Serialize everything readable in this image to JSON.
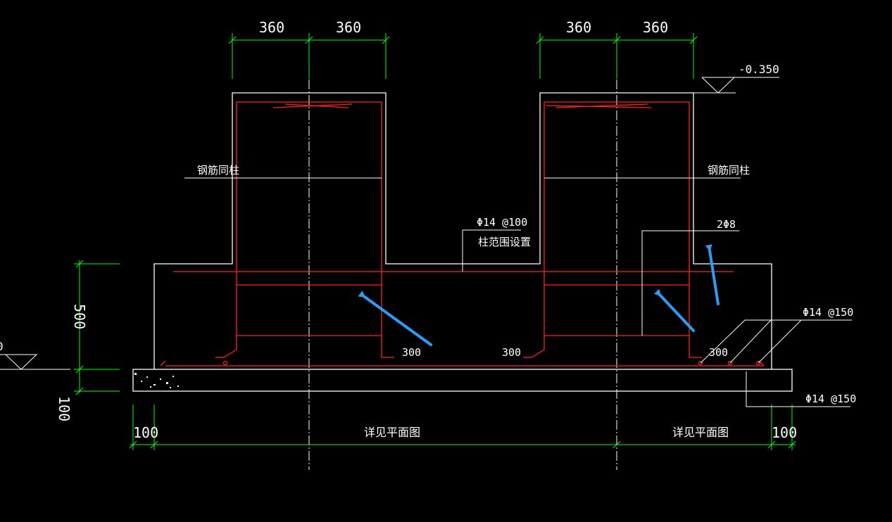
{
  "drawing": {
    "background": "#000000",
    "colors": {
      "outline": "#ffffff",
      "dimension": "#00ff00",
      "rebar": "#ff2020",
      "leader": "#ffffff",
      "arrow": "#2a9df4"
    },
    "dimensions": {
      "top_left_a": "360",
      "top_left_b": "360",
      "top_right_a": "360",
      "top_right_b": "360",
      "height_500": "500",
      "height_100": "100",
      "bottom_left_100": "100",
      "bottom_right_100": "100",
      "anchor_left_300": "300",
      "anchor_mid_300": "300",
      "anchor_right_300": "300"
    },
    "labels": {
      "elevation": "-0.350",
      "left_level_fragment": "0",
      "rebar_same_as_column_left": "钢筋同柱",
      "rebar_same_as_column_right": "钢筋同柱",
      "top_bar_spec": "Φ14 @100",
      "top_bar_note": "柱范围设置",
      "stirrup_spec": "2Φ8",
      "bottom_bar_spec_upper": "Φ14 @150",
      "bottom_bar_spec_lower": "Φ14 @150",
      "see_plan_left": "详见平面图",
      "see_plan_right": "详见平面图"
    },
    "arrows": [
      "arrow-1",
      "arrow-2",
      "arrow-3"
    ]
  }
}
